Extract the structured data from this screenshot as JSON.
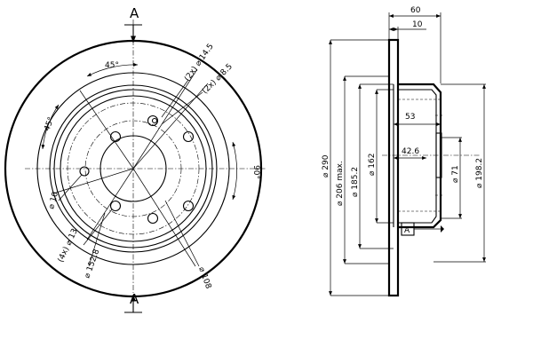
{
  "front": {
    "section_label_top": "A",
    "section_label_bottom": "A",
    "angle_top": "45°",
    "angle_left": "45°",
    "angle_right": "90°",
    "hole_small_a": "(2x) ⌀ 14.5",
    "hole_small_b": "(2x) ⌀ 8.5",
    "hole_pin": "⌀ 10",
    "bolt_holes": "(4x) ⌀ 13",
    "bolt_circle": "⌀ 152.8",
    "center_bore": "⌀ 108"
  },
  "section": {
    "width_total": "60",
    "width_flange": "10",
    "depth_hat": "53",
    "depth_inner": "42.6",
    "dia_outer": "⌀ 290",
    "dia_max": "⌀ 206 max.",
    "dia_1852": "⌀ 185.2",
    "dia_162": "⌀ 162",
    "dia_71": "⌀ 71",
    "dia_1982": "⌀ 198.2",
    "ref_box": "A"
  }
}
